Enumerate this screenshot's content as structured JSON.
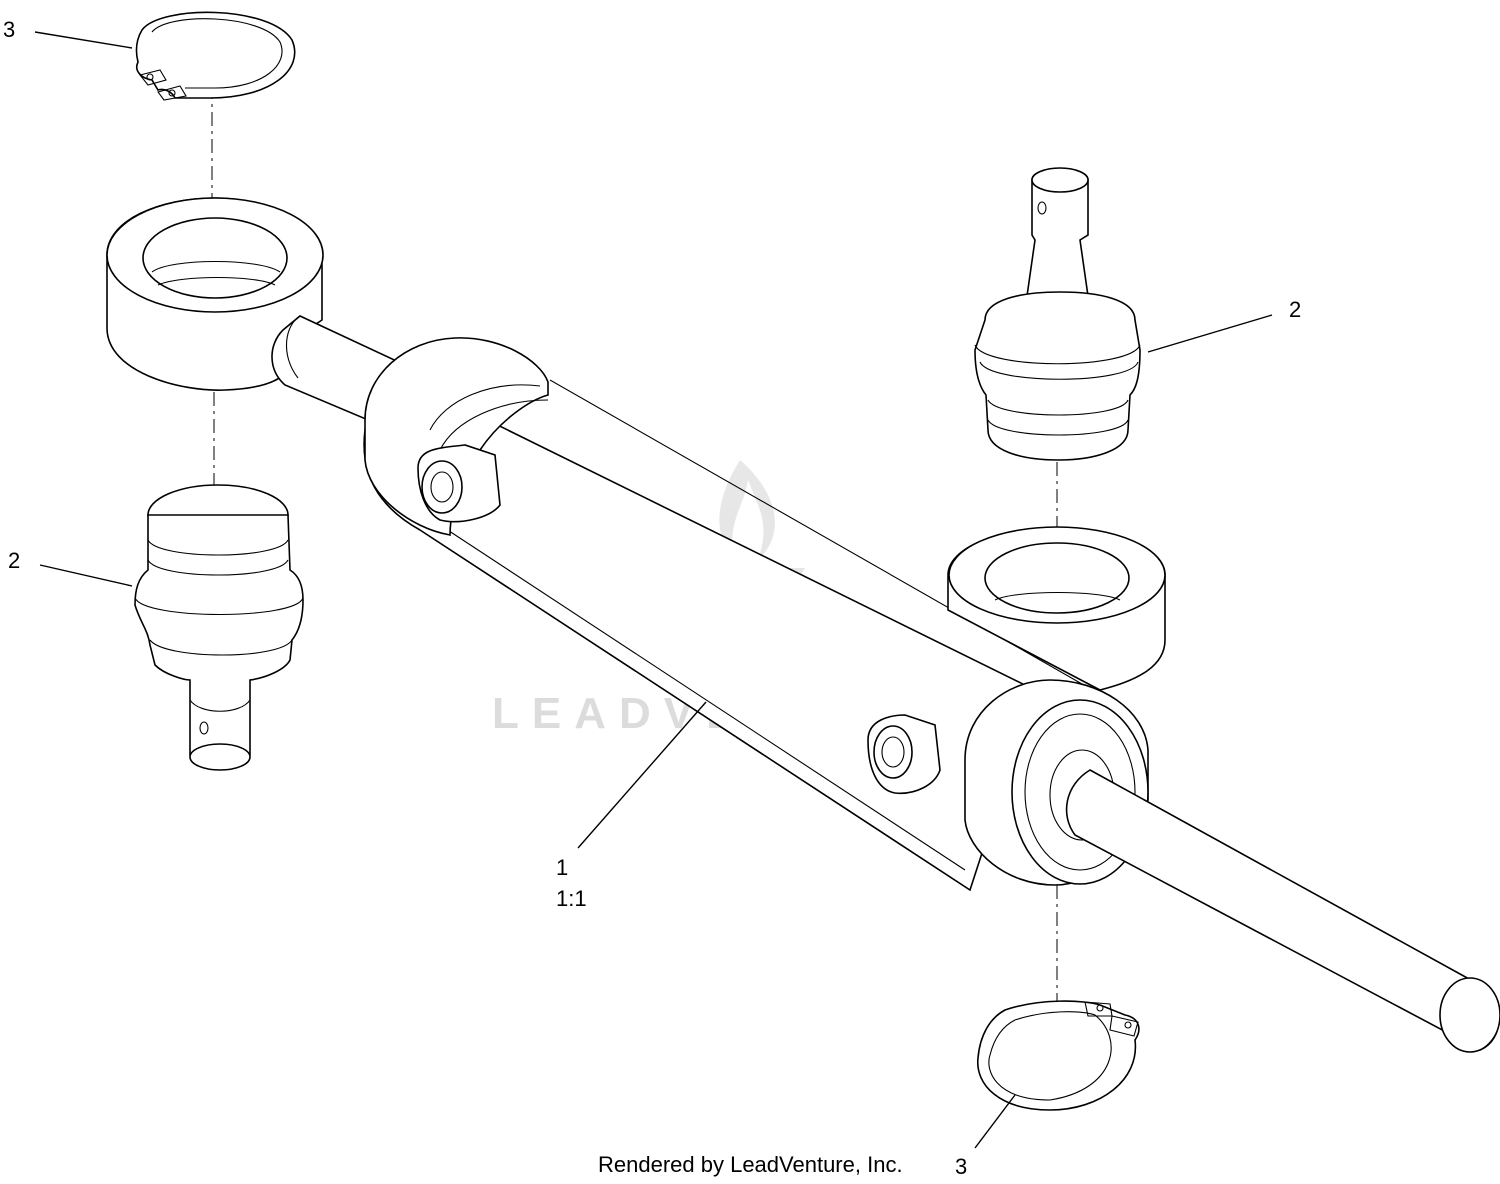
{
  "callouts": {
    "ring_top": "3",
    "joint_right": "2",
    "joint_left": "2",
    "cylinder_index": "1",
    "cylinder_qty": "1:1",
    "ring_bottom": "3"
  },
  "footer": "Rendered by LeadVenture, Inc.",
  "watermark": "LEADVENTURE",
  "colors": {
    "line": "#000000",
    "background": "#ffffff",
    "watermark": "#d9d9d9"
  }
}
